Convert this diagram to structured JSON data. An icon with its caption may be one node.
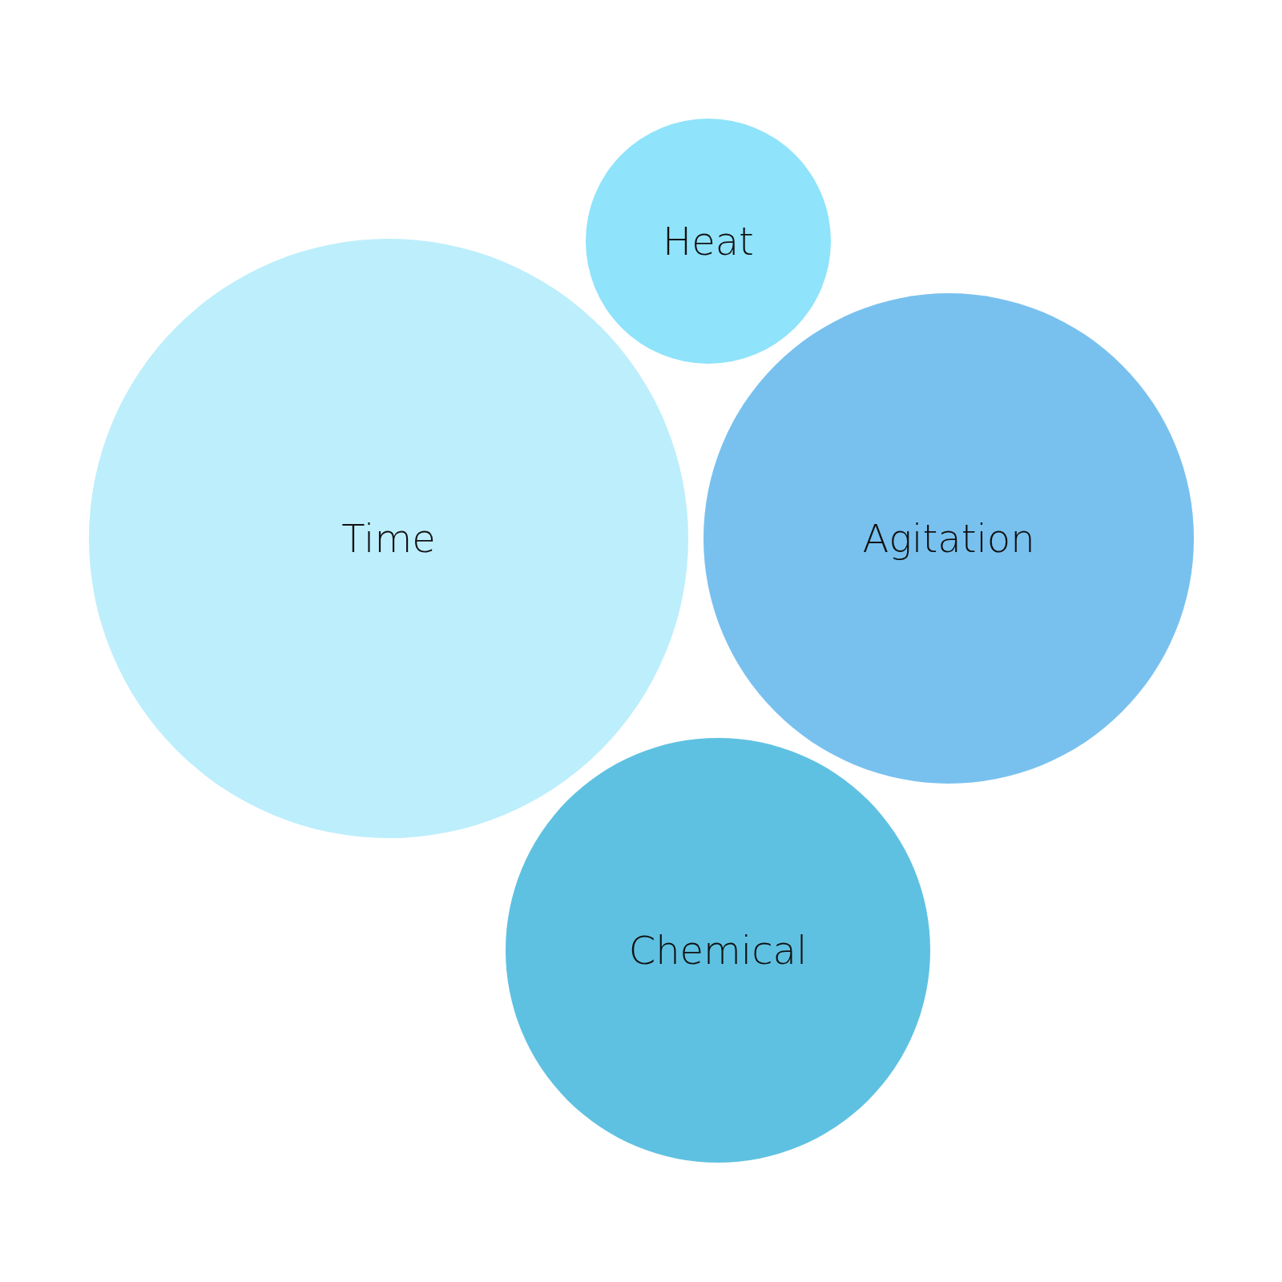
{
  "diagram": {
    "nodes": [
      {
        "text": [
          "Heat"
        ]
      },
      {
        "text": [
          "Time"
        ]
      },
      {
        "text": [
          "Agitation"
        ]
      },
      {
        "text": [
          "Chemical"
        ]
      }
    ]
  }
}
